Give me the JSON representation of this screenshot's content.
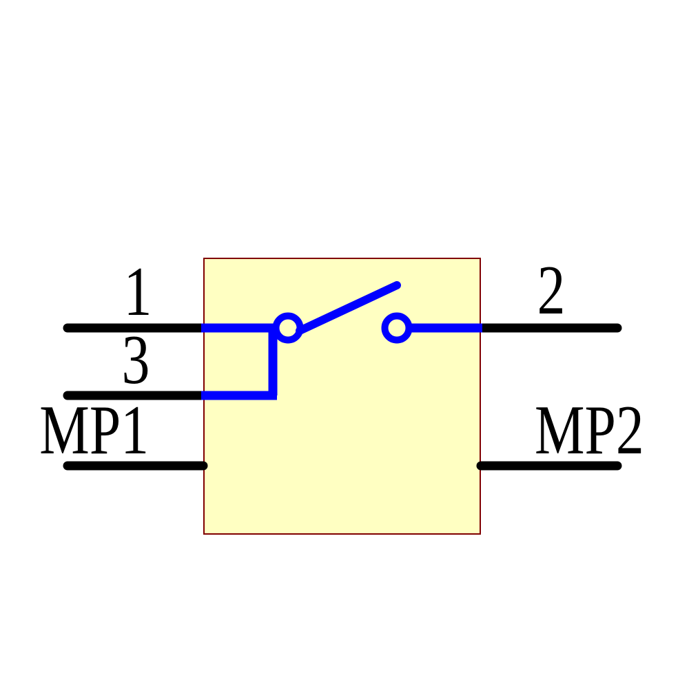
{
  "schematic": {
    "component": {
      "kind": "switch-symbol",
      "state": "open"
    },
    "pins": {
      "pin1": {
        "label": "1"
      },
      "pin3": {
        "label": "3"
      },
      "pin2": {
        "label": "2"
      },
      "mp1": {
        "label": "MP1"
      },
      "mp2": {
        "label": "MP2"
      }
    },
    "colors": {
      "background": "#ffffff",
      "body_fill": "#FFFFC2",
      "body_border": "#800000",
      "wire": "#0000FF",
      "lead": "#000000",
      "label_text": "#000000"
    }
  }
}
